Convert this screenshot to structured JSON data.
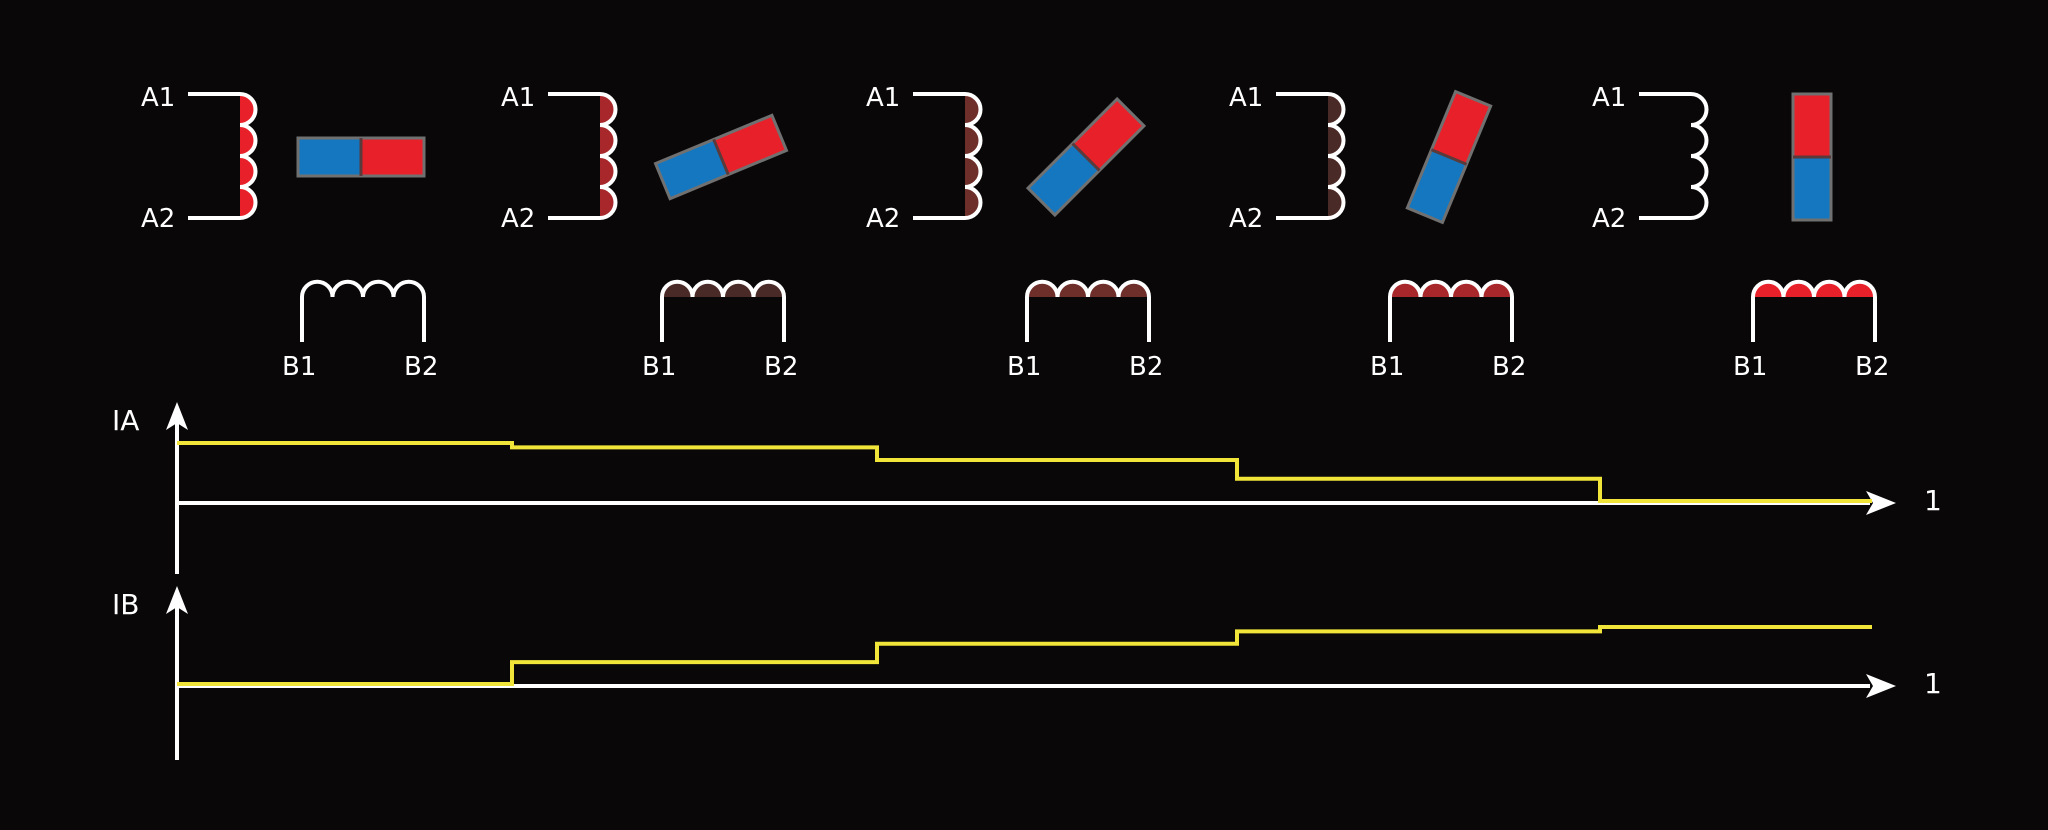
{
  "colors": {
    "background": "#0a0708",
    "wire": "#ffffff",
    "trace": "#f2e53a",
    "magnet_north": "#e8202a",
    "magnet_south": "#1477c0",
    "magnet_edge": "#707070"
  },
  "coil_a": {
    "top_label": "A1",
    "bottom_label": "A2"
  },
  "coil_b": {
    "left_label": "B1",
    "right_label": "B2"
  },
  "steps": [
    {
      "a_fill": "#e8202a",
      "b_fill": "",
      "rotor_angle": 0
    },
    {
      "a_fill": "#a8272a",
      "b_fill": "#4a2a26",
      "rotor_angle": -22.5
    },
    {
      "a_fill": "#6e2e2a",
      "b_fill": "#6e2e2a",
      "rotor_angle": -45
    },
    {
      "a_fill": "#4a2a26",
      "b_fill": "#a8272a",
      "rotor_angle": -67.5
    },
    {
      "a_fill": "",
      "b_fill": "#e8202a",
      "rotor_angle": -90
    }
  ],
  "chart_data": [
    {
      "type": "line",
      "ylabel": "IA",
      "x_end_label": "1",
      "series": [
        {
          "x": [
            0,
            1,
            2,
            3,
            4,
            5
          ],
          "values": [
            1.0,
            0.924,
            0.707,
            0.383,
            0.0,
            0.0
          ]
        }
      ]
    },
    {
      "type": "line",
      "ylabel": "IB",
      "x_end_label": "1",
      "series": [
        {
          "x": [
            0,
            1,
            2,
            3,
            4,
            5
          ],
          "values": [
            0.0,
            0.383,
            0.707,
            0.924,
            1.0,
            1.0
          ]
        }
      ]
    }
  ]
}
